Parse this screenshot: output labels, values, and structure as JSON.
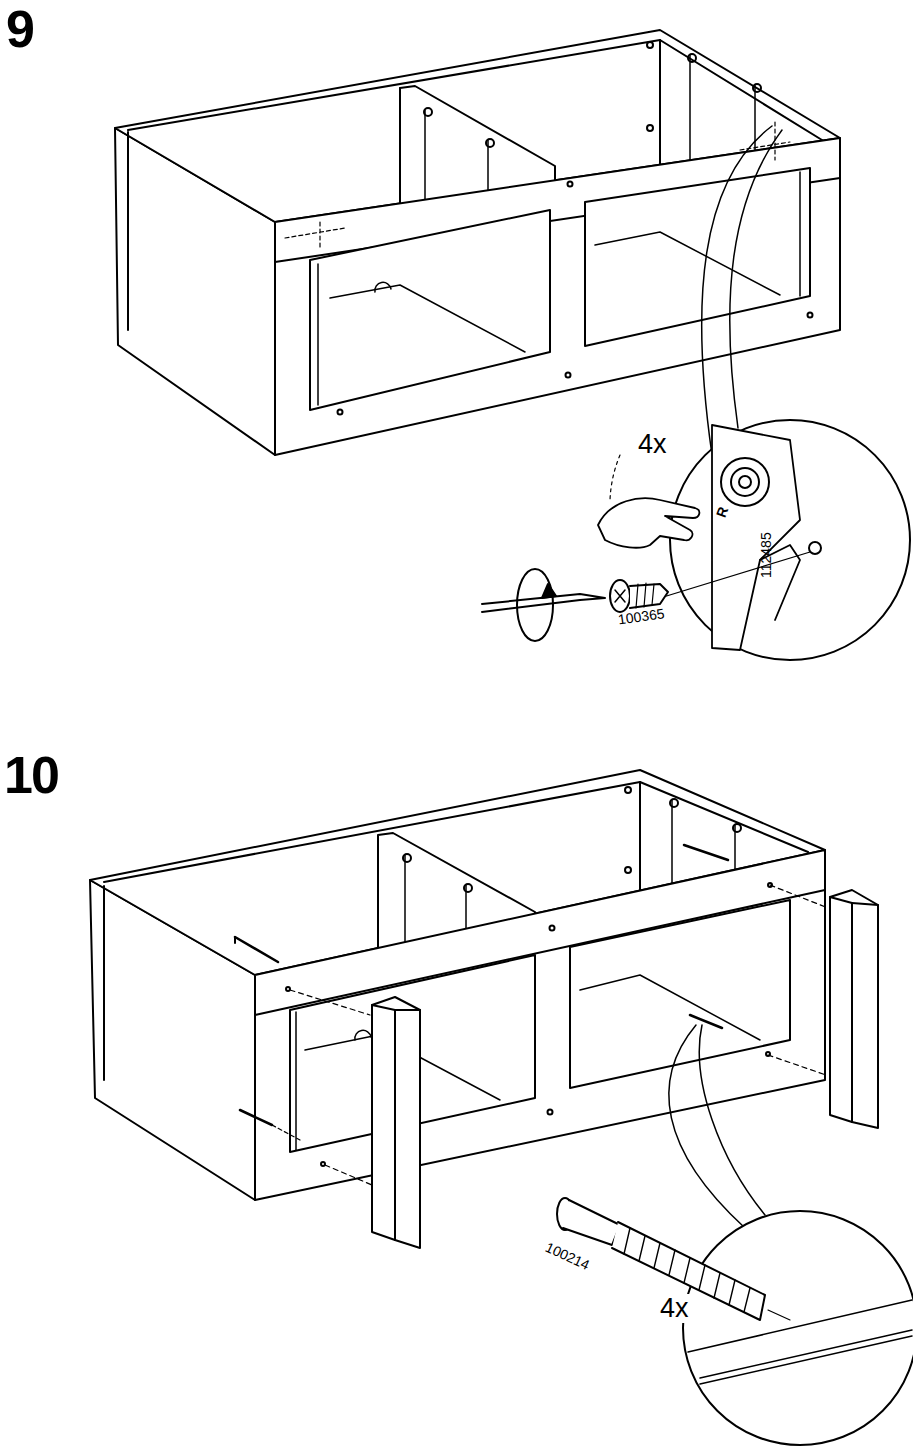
{
  "diagram": {
    "labels": [
      "9",
      "4x",
      "R",
      "112485",
      "100365",
      "10",
      "100214",
      "4x"
    ]
  }
}
